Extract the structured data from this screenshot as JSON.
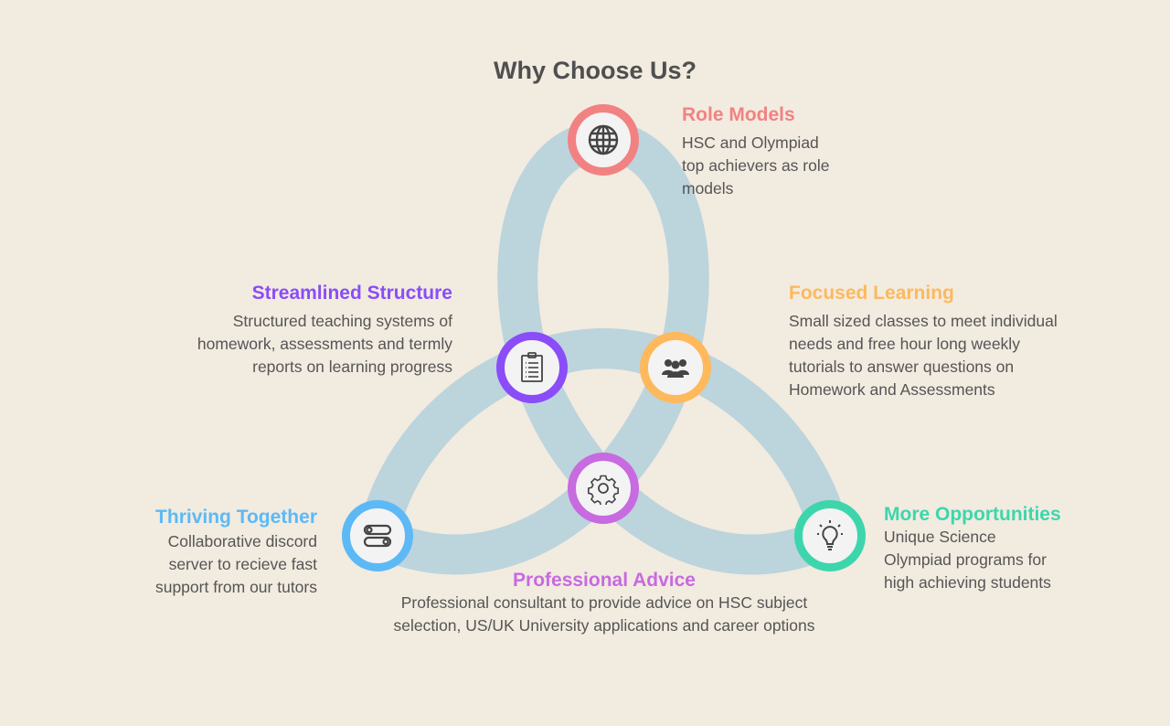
{
  "title": "Why Choose Us?",
  "colors": {
    "background": "#f2ebe0",
    "band": "#bcd4dc",
    "role": "#f28282",
    "structure": "#8a4df7",
    "focused": "#fdb95c",
    "thriving": "#5cb9f6",
    "advice": "#c86ae0",
    "opportunities": "#3dd6ac"
  },
  "items": {
    "role_models": {
      "heading": "Role Models",
      "lines": [
        "HSC and Olympiad",
        "top achievers as role",
        "models"
      ],
      "icon": "globe-icon"
    },
    "streamlined": {
      "heading": "Streamlined Structure",
      "lines": [
        "Structured teaching systems of",
        "homework, assessments and termly",
        "reports on learning progress"
      ],
      "icon": "clipboard-icon"
    },
    "focused": {
      "heading": "Focused Learning",
      "lines": [
        "Small sized classes to meet individual",
        "needs and free hour long weekly",
        "tutorials to answer questions on",
        "Homework and Assessments"
      ],
      "icon": "users-icon"
    },
    "thriving": {
      "heading": "Thriving Together",
      "lines": [
        "Collaborative discord",
        "server to recieve fast",
        "support from our tutors"
      ],
      "icon": "toggles-icon"
    },
    "advice": {
      "heading": "Professional Advice",
      "lines": [
        "Professional consultant to provide advice on HSC subject",
        "selection, US/UK University applications and career options"
      ],
      "icon": "gear-icon"
    },
    "opportunities": {
      "heading": "More Opportunities",
      "lines": [
        "Unique Science",
        "Olympiad programs for",
        "high achieving students"
      ],
      "icon": "lightbulb-icon"
    }
  }
}
